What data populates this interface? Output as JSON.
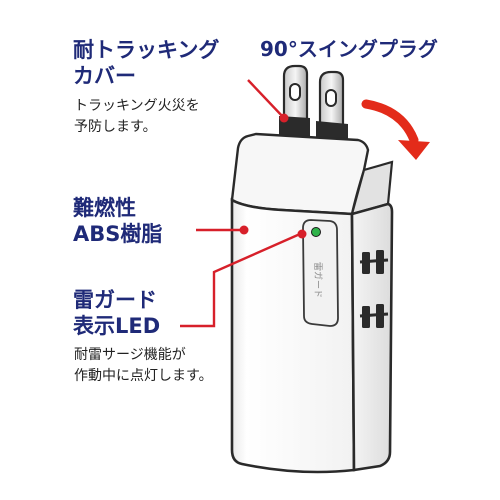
{
  "labels": {
    "tracking_cover": {
      "line1": "耐トラッキング",
      "line2": "カバー",
      "note1": "トラッキング火災を",
      "note2": "予防します。"
    },
    "swing_plug": {
      "text": "90°スイングプラグ"
    },
    "abs_resin": {
      "line1": "難燃性",
      "line2": "ABS樹脂"
    },
    "surge_led": {
      "line1": "雷ガード",
      "line2": "表示LED",
      "note1": "耐雷サージ機能が",
      "note2": "作動中に点灯します。"
    }
  },
  "device": {
    "side_marking": "雷ガード"
  },
  "colors": {
    "heading": "#1f2a78",
    "leader": "#d7202a",
    "arrow": "#e32b1a",
    "led": "#2fb34a",
    "outline": "#2a2a2a"
  }
}
